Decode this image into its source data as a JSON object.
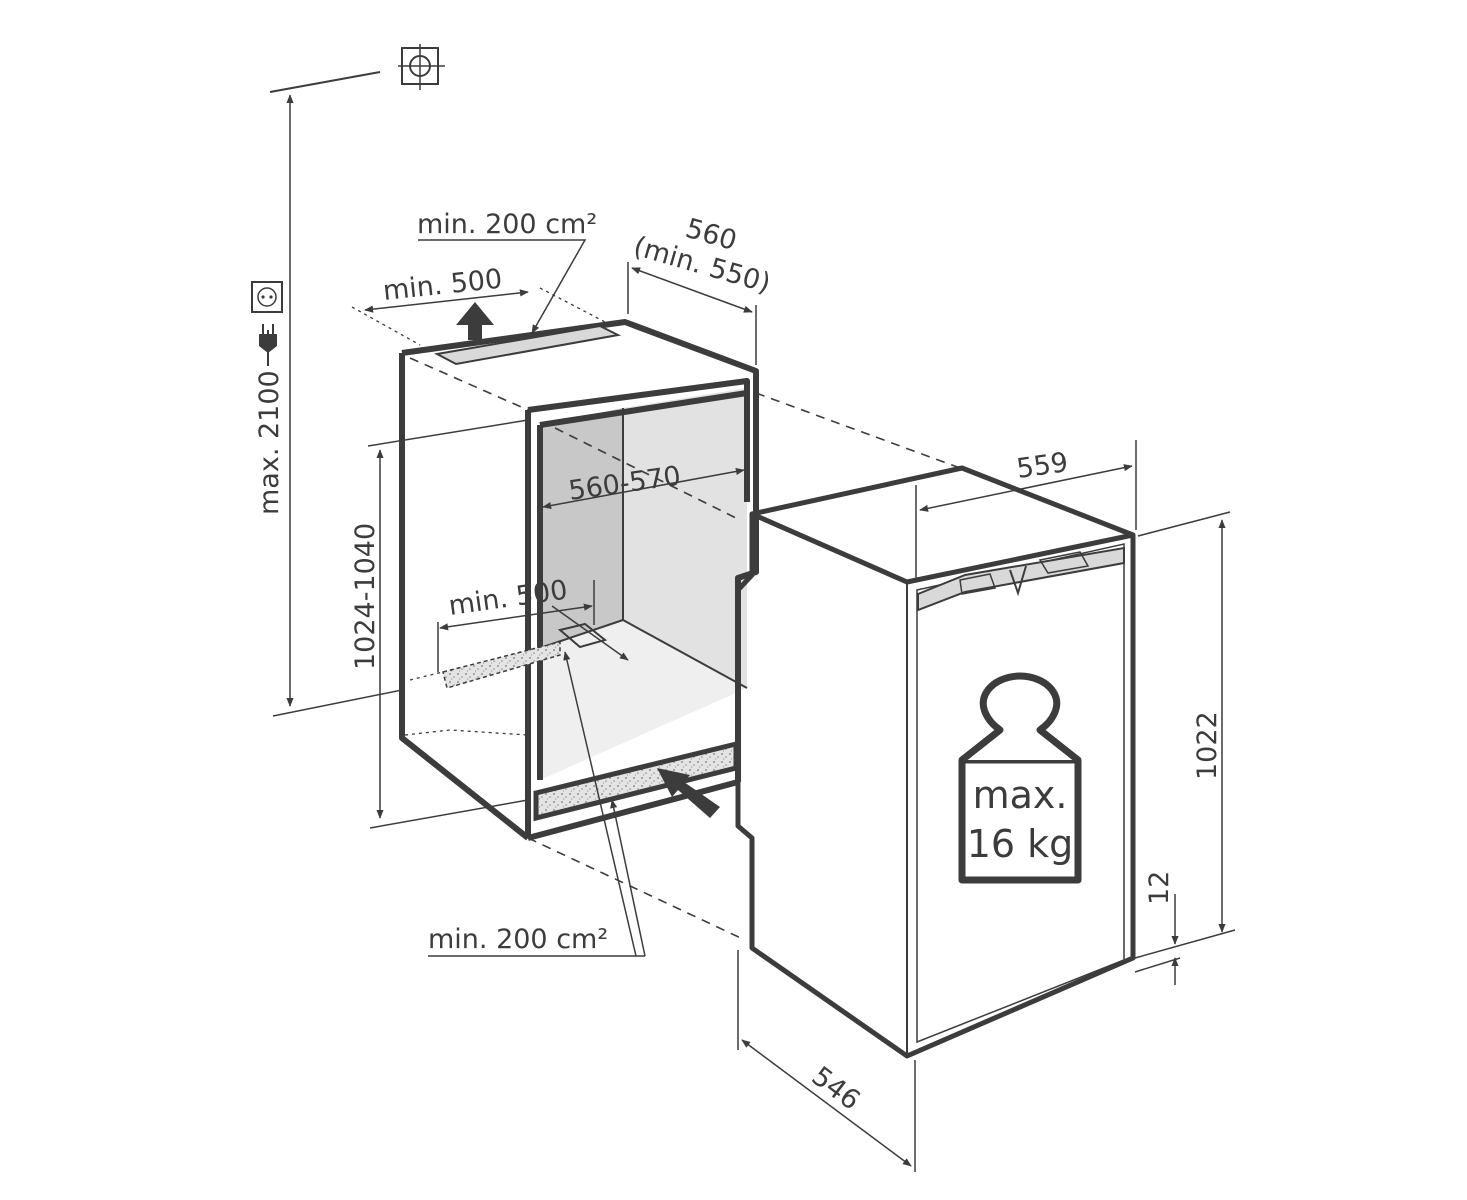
{
  "labels": {
    "top_vent_area": "min. 200 cm²",
    "top_clearance": "min. 500",
    "niche_depth": "560",
    "niche_depth_min": "(min. 550)",
    "niche_width": "560-570",
    "bottom_clearance": "min. 500",
    "bottom_vent_area": "min. 200 cm²",
    "socket_height": "max. 2100",
    "niche_height": "1024-1040",
    "appliance_width": "559",
    "appliance_height": "1022",
    "base_gap": "12",
    "appliance_depth": "546",
    "max_load_line1": "max.",
    "max_load_line2": "16 kg"
  },
  "icons": {
    "socket": "power-socket-icon",
    "plug": "power-plug-icon",
    "weight": "weight-icon",
    "water_connection": "water-connection-icon",
    "vent_arrow_up": "arrow-up-icon",
    "vent_arrow_in": "arrow-in-icon"
  },
  "colors": {
    "line": "#3c3c3c",
    "cavity_back": "#c8c8c8",
    "cavity_side": "#e2e2e2",
    "vent_fill": "#d9d9d9"
  }
}
